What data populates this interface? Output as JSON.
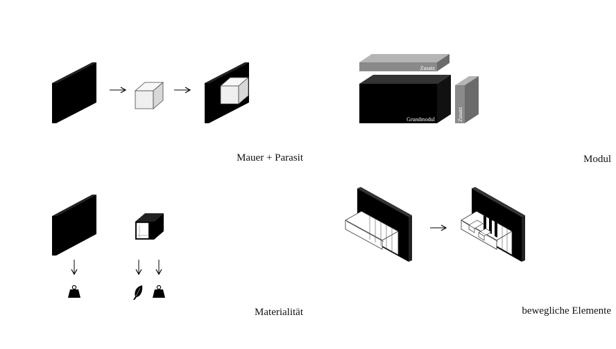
{
  "captions": {
    "mauer_parasit": "Mauer + Parasit",
    "modul": "Modul",
    "materialitaet": "Materialität",
    "bewegliche_elemente": "bewegliche Elemente"
  },
  "modul_labels": {
    "zusatz_top": "Zusatz",
    "zusatz_side": "Zusatz",
    "grundmodul": "Grundmodul"
  },
  "colors": {
    "black": "#000000",
    "grey_dark": "#6b6b6b",
    "grey_mid": "#8a8a8a",
    "grey_light": "#b5b5b5",
    "cube_light": "#f0f0f0",
    "cube_mid": "#e2e2e2",
    "cube_dark": "#c9c9c9"
  },
  "icons": {
    "weight": "weight-icon",
    "feather": "feather-icon",
    "arrow_right": "arrow-right-icon",
    "arrow_down": "arrow-down-icon"
  }
}
